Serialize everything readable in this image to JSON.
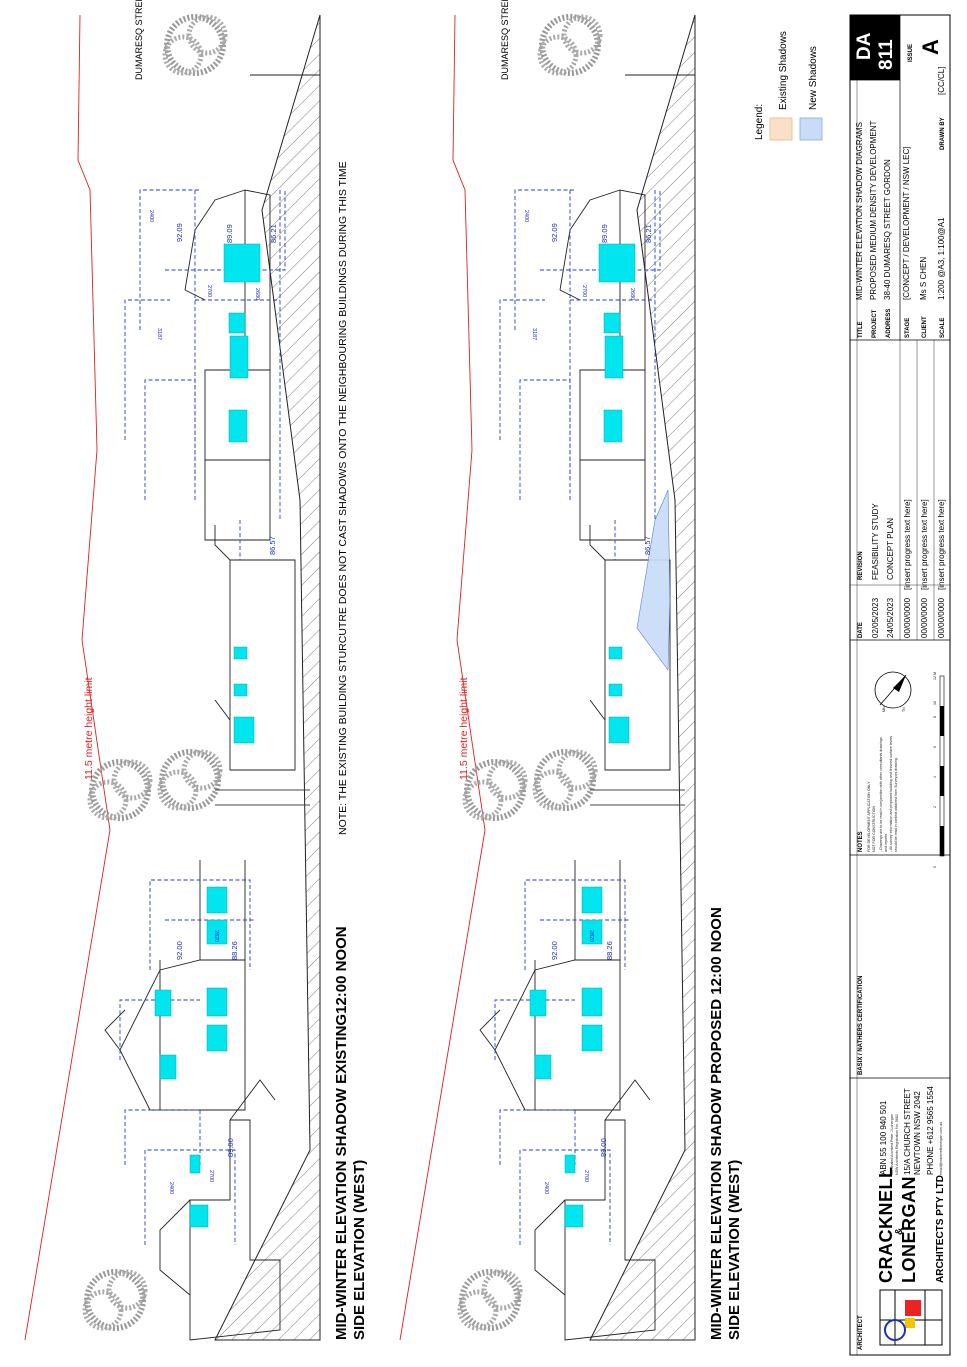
{
  "sheet": {
    "elevation_existing": {
      "title": "MID-WINTER ELEVATION SHADOW EXISTING12:00 NOON",
      "subtitle": "SIDE ELEVATION (WEST)",
      "note": "NOTE: THE EXISTING BUILDING STURCUTRE DOES NOT CAST SHADOWS ONTO THE NEIGHBOURING BUILDINGS DURING THIS TIME",
      "height_limit": "11.5 metre height limit",
      "street": "DUMARESQ STREET",
      "levels": [
        "89.00",
        "92.00",
        "88.26",
        "86.57",
        "89.09",
        "92.09",
        "86.21"
      ],
      "heights": [
        "2400",
        "2700",
        "2820",
        "2700",
        "3187",
        "2400",
        "2680"
      ]
    },
    "elevation_proposed": {
      "title": "MID-WINTER ELEVATION SHADOW PROPOSED 12:00 NOON",
      "subtitle": "SIDE ELEVATION (WEST)",
      "height_limit": "11.5 metre height limit",
      "street": "DUMARESQ STREET",
      "levels": [
        "89.00",
        "92.00",
        "88.26",
        "86.57",
        "89.09",
        "92.09",
        "86.21"
      ],
      "heights": [
        "2400",
        "2700",
        "2820",
        "2700",
        "3187",
        "2400",
        "2680"
      ]
    },
    "legend": {
      "title": "Legend:",
      "items": [
        {
          "label": "Existing Shadows",
          "color": "#fbe0c8"
        },
        {
          "label": "New Shadows",
          "color": "#c8dcf8"
        }
      ]
    },
    "titleblock": {
      "architect_label": "ARCHITECT",
      "logo_line1": "CRACKNELL",
      "logo_amp": "&",
      "logo_line2": "LONERGAN",
      "logo_line3": "ARCHITECTS PTY LTD",
      "abn": "ABN 55 100 940 501",
      "nominated": "Nominated Architect Peter J Lonergan",
      "nsw_reg": "NSW Architects Registration No. 5682",
      "address1": "15/A CHURCH STREET",
      "address2": "NEWTOWN  NSW  2042",
      "phone": "PHONE +612 9565 1554",
      "email": "email@cracknelllonergan.com.au",
      "basix_label": "BASIX / NATHERS CERTIFICATION",
      "notes_label": "NOTES",
      "notes_l1": "FOR DEVELOPMENT APPLICATION ONLY",
      "notes_l2": "NOT FOR CONSTRUCTION",
      "notes_l3": "- Drawings are to be read in conjunction with other consultants drawings",
      "notes_l4": "and reports.",
      "notes_l5": "- All survey information and proposed building and finished surface levels",
      "notes_l6": "should be read in context obtained from Surveyors drawing.",
      "scale_ticks": [
        "0",
        "2",
        "4",
        "6",
        "8",
        "10",
        "12 M"
      ],
      "north_true": "TN",
      "north_mag": "MN",
      "date_label": "DATE",
      "revision_label": "REVISION",
      "revisions": [
        {
          "date": "02/05/2023",
          "text": "FEASIBILITY STUDY"
        },
        {
          "date": "24/05/2023",
          "text": "CONCEPT PLAN"
        },
        {
          "date": "00/00/0000",
          "text": "[insert progress text here]"
        },
        {
          "date": "00/00/0000",
          "text": "[insert progress text here]"
        },
        {
          "date": "00/00/0000",
          "text": "[insert progress text here]"
        }
      ],
      "title_label": "TITLE",
      "title_value": "MID-WINTER ELEVATION SHADOW DIAGRAMS",
      "project_label": "PROJECT",
      "project_value": "PROPOSED MEDIUM DENSITY DEVELOPMENT",
      "address_label": "ADDRESS",
      "address_value": "38-40 DUMARESQ STREET GORDON",
      "stage_label": "STAGE",
      "stage_value": "[CONCEPT / DEVELOPMENT / NSW LEC]",
      "client_label": "CLIENT",
      "client_value": "Ms S CHEN",
      "scale_label": "SCALE",
      "scale_value": "1:200 @A3, 1:100@A1",
      "drawn_label": "DRAWN BY",
      "drawn_value": "[CC/CL]",
      "sheet_prefix": "DA",
      "sheet_number": "811",
      "issue_label": "ISSUE",
      "issue_value": "A"
    }
  }
}
